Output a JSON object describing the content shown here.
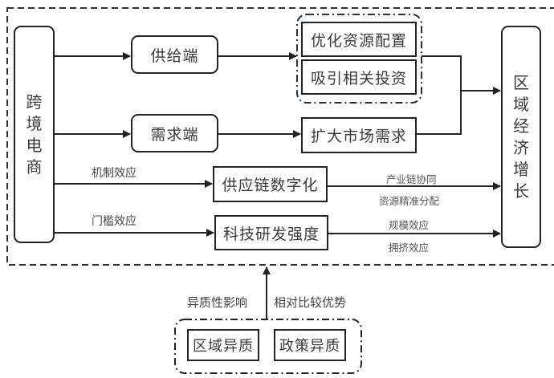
{
  "diagram": {
    "source_node": {
      "label": "跨境电商",
      "chars": [
        "跨",
        "境",
        "电",
        "商"
      ]
    },
    "target_node": {
      "label": "区域经济增长",
      "chars": [
        "区",
        "域",
        "经",
        "济",
        "增",
        "长"
      ]
    },
    "supply_side": {
      "label": "供给端"
    },
    "demand_side": {
      "label": "需求端"
    },
    "supply_outcomes": [
      {
        "label": "优化资源配置"
      },
      {
        "label": "吸引相关投资"
      }
    ],
    "demand_outcome": {
      "label": "扩大市场需求"
    },
    "mechanism_effect": {
      "edge_label": "机制效应",
      "node": "供应链数字化",
      "outcome_labels": [
        "产业链协同",
        "资源精准分配"
      ]
    },
    "threshold_effect": {
      "edge_label": "门槛效应",
      "node": "科技研发强度",
      "outcome_labels": [
        "规模效应",
        "拥挤效应"
      ]
    },
    "heterogeneity": {
      "left_label": "异质性影响",
      "right_label": "相对比较优势",
      "nodes": [
        {
          "label": "区域异质"
        },
        {
          "label": "政策异质"
        }
      ]
    },
    "colors": {
      "line": "#222222",
      "text": "#3a3a3a",
      "group_border": "#2b2f45"
    }
  }
}
